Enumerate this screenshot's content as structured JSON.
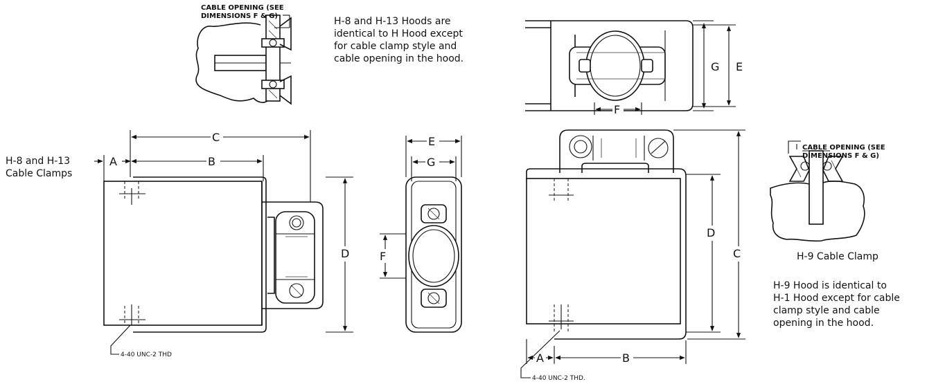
{
  "notes": {
    "h8_h13_hoods": [
      "H-8 and H-13 Hoods are",
      "identical to H Hood except",
      "for cable clamp style and",
      "cable opening in the hood."
    ],
    "h8_h13_clamps": [
      "H-8 and H-13",
      "Cable Clamps"
    ],
    "h9_clamp": "H-9 Cable Clamp",
    "h9_hood": [
      "H-9 Hood is identical to",
      "H-1 Hood except for cable",
      "clamp style and cable",
      "opening in the hood."
    ]
  },
  "callouts": {
    "top_cable_opening": [
      "CABLE OPENING (SEE",
      "DIMENSIONS F & G)"
    ],
    "right_cable_opening": [
      "CABLE OPENING (SEE",
      "DIMENSIONS F & G)"
    ],
    "thread_left": "4-40 UNC-2 THD",
    "thread_right": "4-40 UNC-2 THD."
  },
  "dimensions": {
    "a": "A",
    "b": "B",
    "c": "C",
    "d": "D",
    "e": "E",
    "f": "F",
    "g": "G"
  }
}
